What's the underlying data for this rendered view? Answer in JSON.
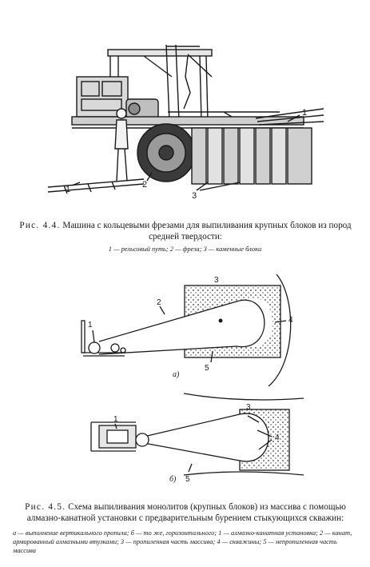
{
  "fig44": {
    "caption_label": "Рис. 4.4.",
    "caption_text": "Машина с кольцевыми фрезами для выпиливания крупных блоков из пород средней твердости:",
    "legend": "1 — рельсовый путь; 2 — фреза; 3 — каменные блоки",
    "callouts": [
      "1",
      "1",
      "2",
      "3"
    ]
  },
  "fig45": {
    "caption_label": "Рис. 4.5.",
    "caption_text": "Схема выпиливания монолитов (крупных блоков) из массива с помощью алмазно-канатной установки с предварительным бурением стыкующихся скважин:",
    "legend": "а — выполнение вертикального пропила; б — то же, горизонтального; 1 — алмазно-канатная установка; 2 — канат, армированный алмазными втулками; 3 — пропиленная часть массива; 4 — скважины; 5 — непропиленная часть массива",
    "sub_a": {
      "label": "а)",
      "callouts": [
        "1",
        "2",
        "3",
        "4",
        "5"
      ]
    },
    "sub_b": {
      "label": "б)",
      "callouts": [
        "1",
        "3",
        "4",
        "5"
      ]
    }
  }
}
